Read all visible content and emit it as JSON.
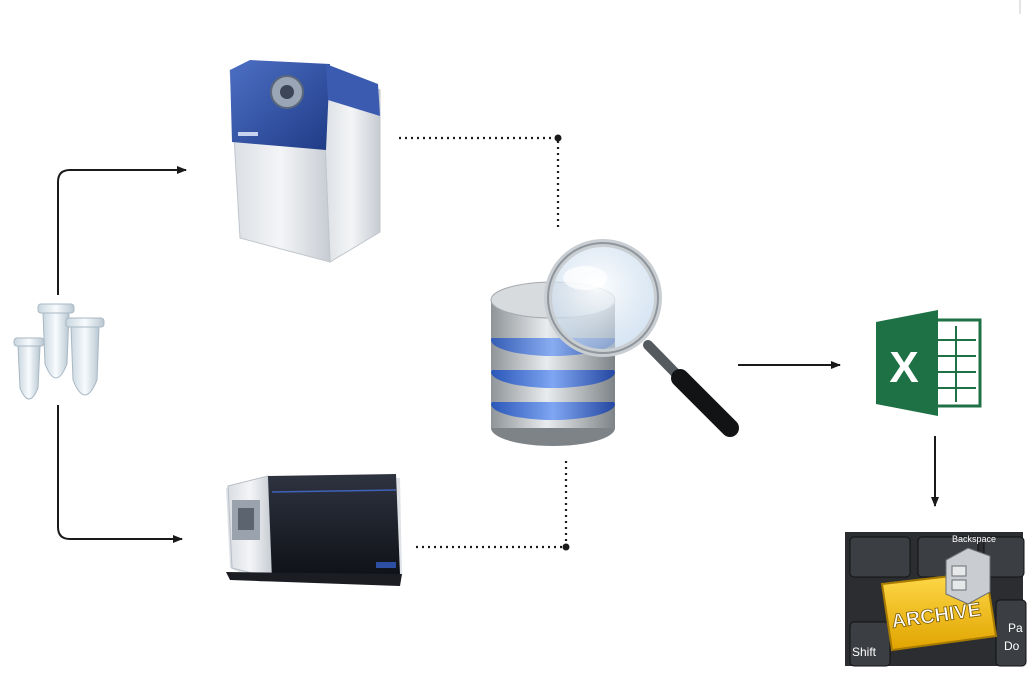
{
  "diagram": {
    "nodes": [
      {
        "id": "sample-tubes",
        "icon": "test-tubes-icon"
      },
      {
        "id": "mass-spectrometer-1",
        "icon": "mass-spectrometer-icon"
      },
      {
        "id": "mass-spectrometer-2",
        "icon": "mass-spectrometer-icon"
      },
      {
        "id": "database-search",
        "icon": "database-search-icon"
      },
      {
        "id": "excel-report",
        "icon": "excel-icon",
        "label": "X"
      },
      {
        "id": "archive",
        "icon": "archive-key-icon",
        "label": "ARCHIVE",
        "key_labels": [
          "Shift",
          "Backspace",
          "Pa",
          "Do"
        ]
      }
    ],
    "edges": [
      {
        "from": "sample-tubes",
        "to": "mass-spectrometer-1",
        "style": "solid-arrow"
      },
      {
        "from": "sample-tubes",
        "to": "mass-spectrometer-2",
        "style": "solid-arrow"
      },
      {
        "from": "mass-spectrometer-1",
        "to": "database-search",
        "style": "dotted"
      },
      {
        "from": "mass-spectrometer-2",
        "to": "database-search",
        "style": "dotted"
      },
      {
        "from": "database-search",
        "to": "excel-report",
        "style": "solid-arrow"
      },
      {
        "from": "excel-report",
        "to": "archive",
        "style": "solid-arrow"
      }
    ]
  },
  "colors": {
    "line": "#1a1a1a",
    "excel_green": "#1e7145",
    "archive_yellow": "#f2b800",
    "instrument_blue": "#2f4f9a"
  }
}
